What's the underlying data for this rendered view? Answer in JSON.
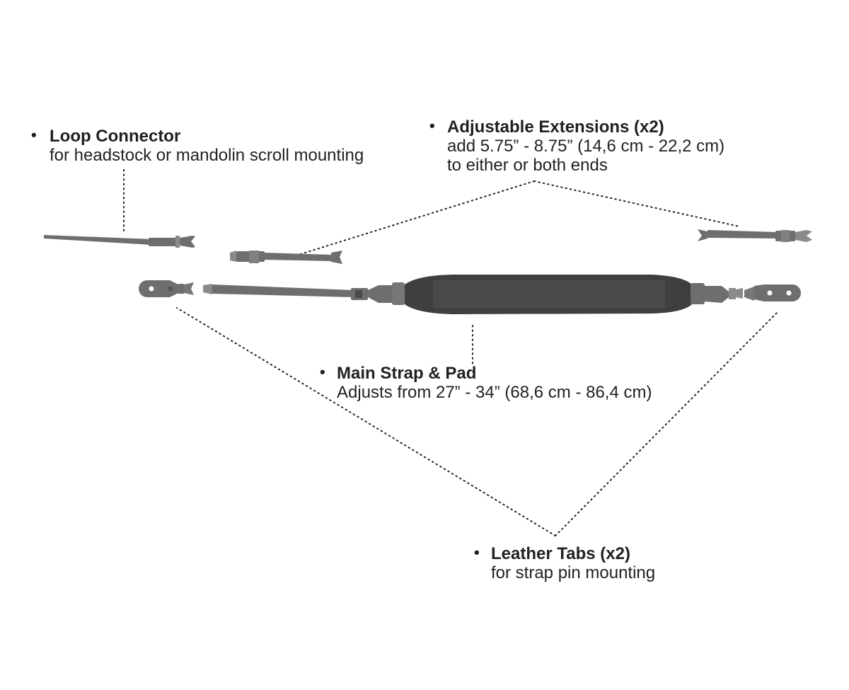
{
  "bullet": "•",
  "callouts": {
    "loop_connector": {
      "title": "Loop Connector",
      "lines": [
        "for headstock or mandolin scroll mounting"
      ]
    },
    "extensions": {
      "title": "Adjustable Extensions (x2)",
      "lines": [
        "add 5.75” - 8.75” (14,6 cm - 22,2 cm)",
        "to either or both ends"
      ]
    },
    "main_strap": {
      "title": "Main Strap & Pad",
      "lines": [
        "Adjusts from 27” - 34” (68,6 cm - 86,4 cm)"
      ]
    },
    "leather_tabs": {
      "title": "Leather Tabs (x2)",
      "lines": [
        "for strap pin mounting"
      ]
    }
  },
  "colors": {
    "webbing": "#6e6e6e",
    "pad": "#3f3f3f",
    "pad_inner": "#4a4a4a",
    "text": "#231f20"
  }
}
